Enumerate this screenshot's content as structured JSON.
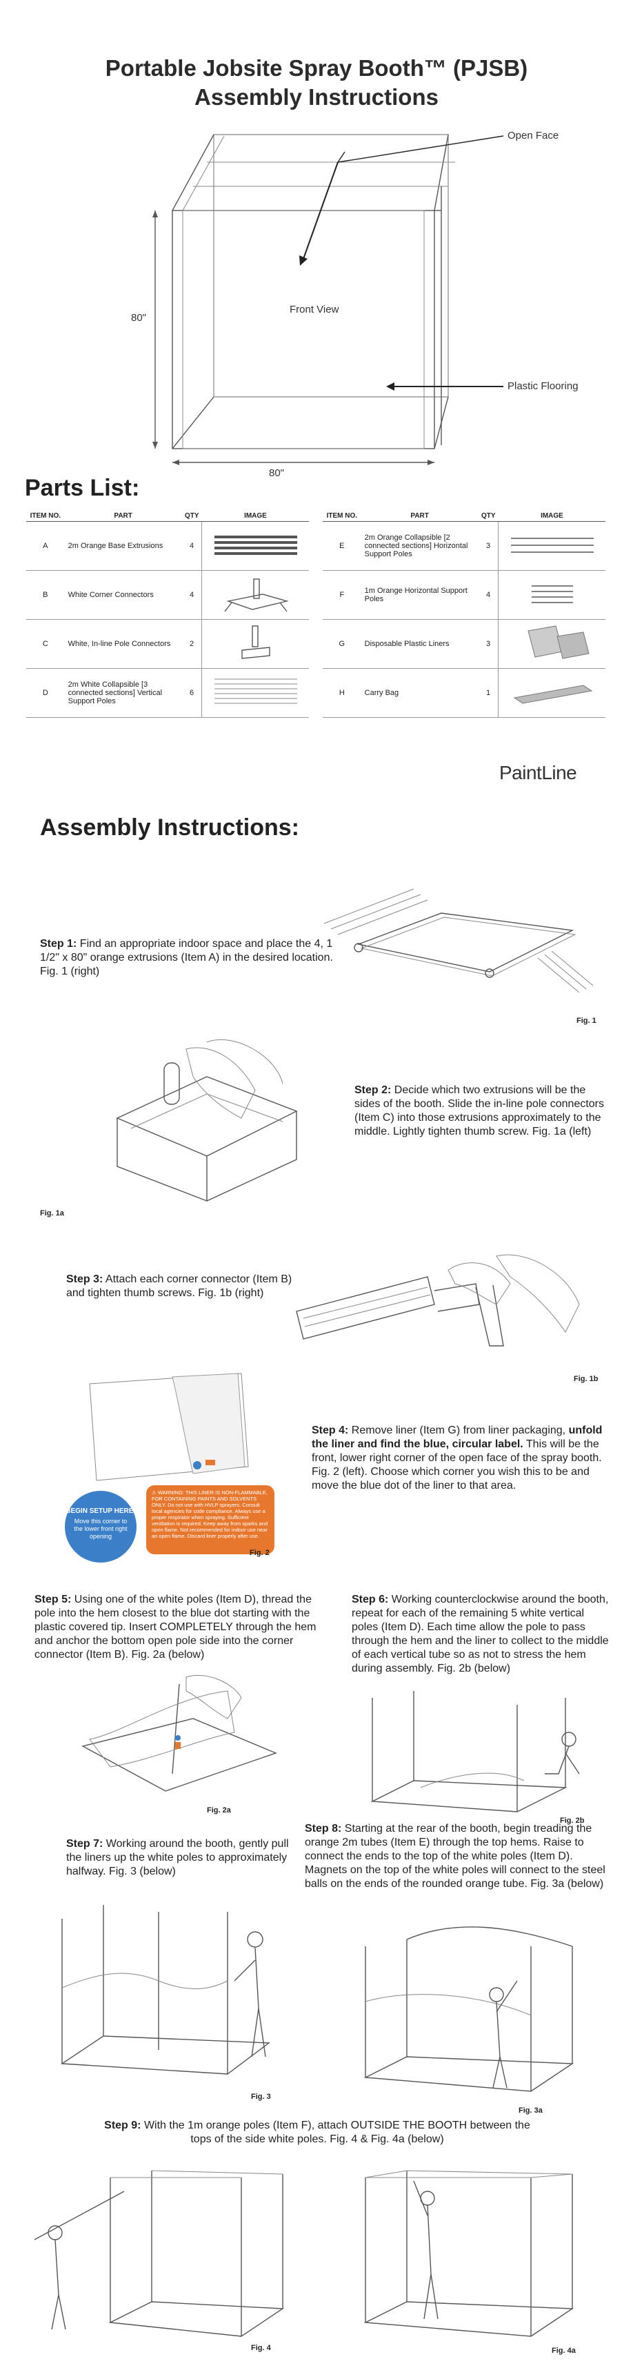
{
  "header": {
    "title_line1": "Portable Jobsite Spray Booth™ (PJSB)",
    "title_line2": "Assembly Instructions"
  },
  "front_view": {
    "open_face": "Open Face",
    "front_view": "Front View",
    "plastic_flooring": "Plastic Flooring",
    "height": "80\"",
    "width": "80\""
  },
  "parts_list": {
    "heading": "Parts List:",
    "columns": [
      "ITEM NO.",
      "PART",
      "QTY",
      "IMAGE"
    ],
    "left": [
      {
        "item": "A",
        "part": "2m Orange Base Extrusions",
        "qty": "4"
      },
      {
        "item": "B",
        "part": "White Corner Connectors",
        "qty": "4"
      },
      {
        "item": "C",
        "part": "White, In-line Pole Connectors",
        "qty": "2"
      },
      {
        "item": "D",
        "part": "2m White Collapsible [3 connected sections] Vertical Support Poles",
        "qty": "6"
      }
    ],
    "right": [
      {
        "item": "E",
        "part": "2m Orange Collapsible [2 connected sections] Horizontal Support Poles",
        "qty": "3"
      },
      {
        "item": "F",
        "part": "1m Orange Horizontal Support Poles",
        "qty": "4"
      },
      {
        "item": "G",
        "part": "Disposable Plastic Liners",
        "qty": "3"
      },
      {
        "item": "H",
        "part": "Carry Bag",
        "qty": "1"
      }
    ]
  },
  "brand": "PaintLine",
  "assembly": {
    "heading": "Assembly Instructions:",
    "steps": [
      {
        "label": "Step 1:",
        "text": "Find an appropriate indoor space and place the 4, 1 1/2\" x 80\" orange extrusions (Item A) in the desired location. Fig. 1 (right)",
        "fig": "Fig. 1"
      },
      {
        "label": "Step 2:",
        "text": "Decide which two extrusions will be the sides of the booth. Slide the in-line pole connectors (Item C) into those extrusions approximately to the middle. Lightly tighten thumb screw. Fig. 1a (left)",
        "fig": "Fig. 1a"
      },
      {
        "label": "Step 3:",
        "text": "Attach each corner connector (Item B) and tighten thumb screws. Fig. 1b (right)",
        "fig": "Fig. 1b"
      },
      {
        "label": "Step 4:",
        "text_before": "Remove liner (Item G) from liner packaging, ",
        "bold": "unfold the liner and find the blue, circular label.",
        "text_after": "This will be the front, lower right corner of the open face of the spray booth. Fig. 2 (left). Choose which corner you wish this to be and move the blue dot of the liner to that area.",
        "fig": "Fig. 2"
      },
      {
        "label": "Step 5:",
        "text": "Using one of the white poles (Item D), thread the pole into the hem closest to the blue dot starting with the plastic covered tip. Insert COMPLETELY through the hem and anchor the bottom open pole side into the corner connector (Item B). Fig. 2a (below)",
        "fig": "Fig. 2a"
      },
      {
        "label": "Step 6:",
        "text": "Working counterclockwise around the booth, repeat for each of the remaining 5 white vertical poles (Item D). Each time allow the pole to pass through the hem and the liner to collect to the middle of each vertical tube so as not to stress the hem during assembly. Fig. 2b (below)",
        "fig": "Fig. 2b"
      },
      {
        "label": "Step 7:",
        "text": "Working around the booth, gently pull the liners up the white poles to approximately halfway. Fig. 3 (below)",
        "fig": "Fig. 3"
      },
      {
        "label": "Step 8:",
        "text": "Starting at the rear of the booth, begin treading the orange 2m tubes (Item E) through the top hems. Raise to connect the ends to the top of the white poles (Item D). Magnets on the top of the white poles will connect to the steel balls on the ends of the rounded orange tube. Fig. 3a (below)",
        "fig": "Fig. 3a"
      },
      {
        "label": "Step 9:",
        "text": "With the 1m orange poles (Item F), attach OUTSIDE THE BOOTH between the tops of the side white poles. Fig. 4 & Fig. 4a (below)",
        "fig": "Fig. 4",
        "fig2": "Fig. 4a"
      }
    ]
  },
  "liner_label": {
    "circle": "BEGIN SETUP HERE!",
    "circle_sub": "Move this corner to the lower front right opening",
    "warning": "WARNING: THIS LINER IS NON-FLAMMABLE, FOR CONTAINING PAINTS AND SOLVENTS ONLY. Do not use with HVLP sprayers. Consult local agencies for code compliance. Always use a proper respirator when spraying. Sufficient ventilation is required. Keep away from sparks and open flame. Not recommended for indoor use near an open flame. Discard liner properly after use."
  },
  "colors": {
    "blue": "#3a7fc8",
    "orange": "#e8772e",
    "text": "#222222"
  }
}
